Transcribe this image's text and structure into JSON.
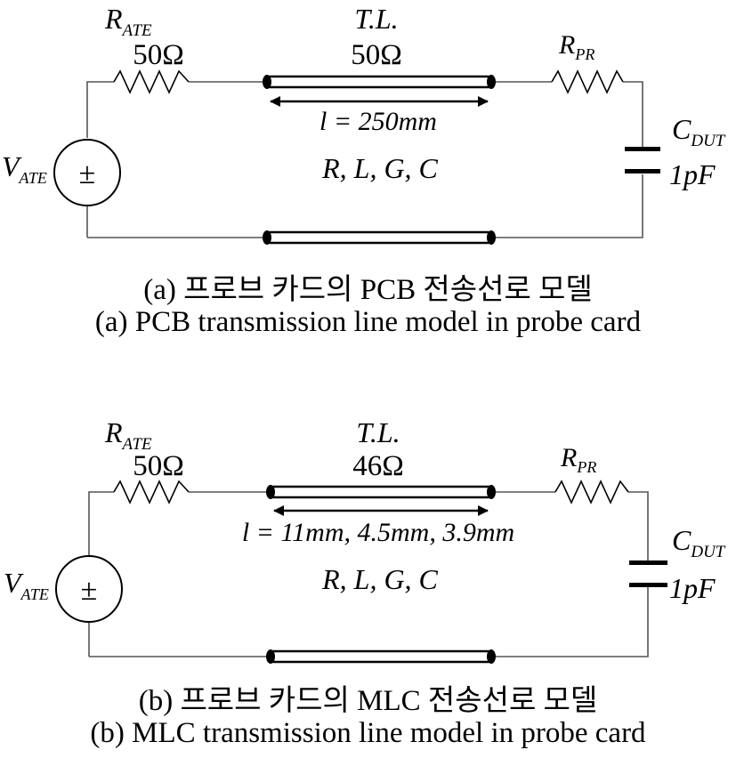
{
  "diagram_a": {
    "r_ate_label": "R",
    "r_ate_sub": "ATE",
    "r_ate_value": "50Ω",
    "tl_label": "T.L.",
    "tl_value": "50Ω",
    "r_pr_label": "R",
    "r_pr_sub": "PR",
    "c_dut_label": "C",
    "c_dut_sub": "DUT",
    "c_dut_value": "1pF",
    "v_ate_label": "V",
    "v_ate_sub": "ATE",
    "source_symbol": "±",
    "length_text": "l = 250mm",
    "params_text": "R, L, G, C",
    "caption_korean": "(a) 프로브 카드의 PCB 전송선로 모델",
    "caption_english": "(a) PCB transmission line model in probe card"
  },
  "diagram_b": {
    "r_ate_label": "R",
    "r_ate_sub": "ATE",
    "r_ate_value": "50Ω",
    "tl_label": "T.L.",
    "tl_value": "46Ω",
    "r_pr_label": "R",
    "r_pr_sub": "PR",
    "c_dut_label": "C",
    "c_dut_sub": "DUT",
    "c_dut_value": "1pF",
    "v_ate_label": "V",
    "v_ate_sub": "ATE",
    "source_symbol": "±",
    "length_text": "l = 11mm, 4.5mm, 3.9mm",
    "params_text": "R, L, G, C",
    "caption_korean": "(b) 프로브 카드의 MLC 전송선로 모델",
    "caption_english": "(b) MLC transmission line model in probe card"
  }
}
